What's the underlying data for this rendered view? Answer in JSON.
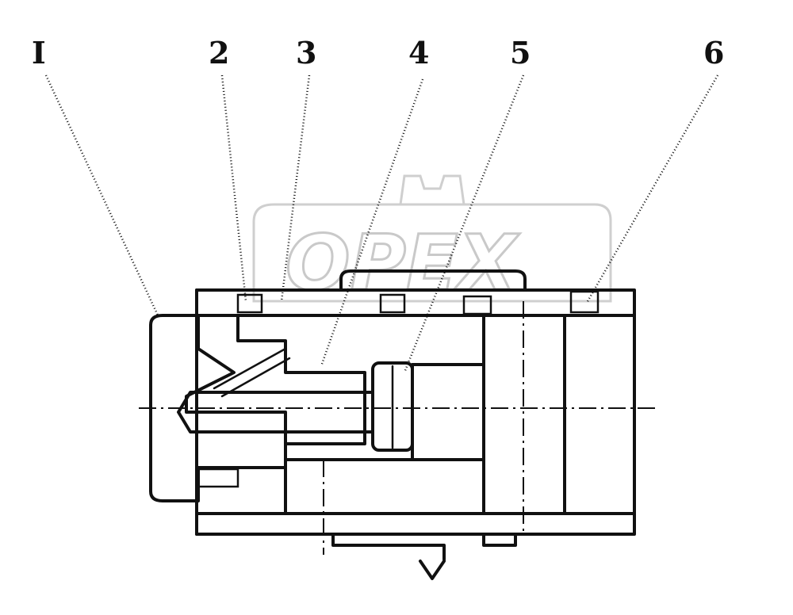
{
  "callouts": [
    {
      "id": "1",
      "label": "I"
    },
    {
      "id": "2",
      "label": "2"
    },
    {
      "id": "3",
      "label": "3"
    },
    {
      "id": "4",
      "label": "4"
    },
    {
      "id": "5",
      "label": "5"
    },
    {
      "id": "6",
      "label": "6"
    }
  ],
  "watermark": {
    "text": "OPEX"
  },
  "colors": {
    "ink": "#111111",
    "watermark": "#c9c9c9",
    "background": "#ffffff"
  }
}
